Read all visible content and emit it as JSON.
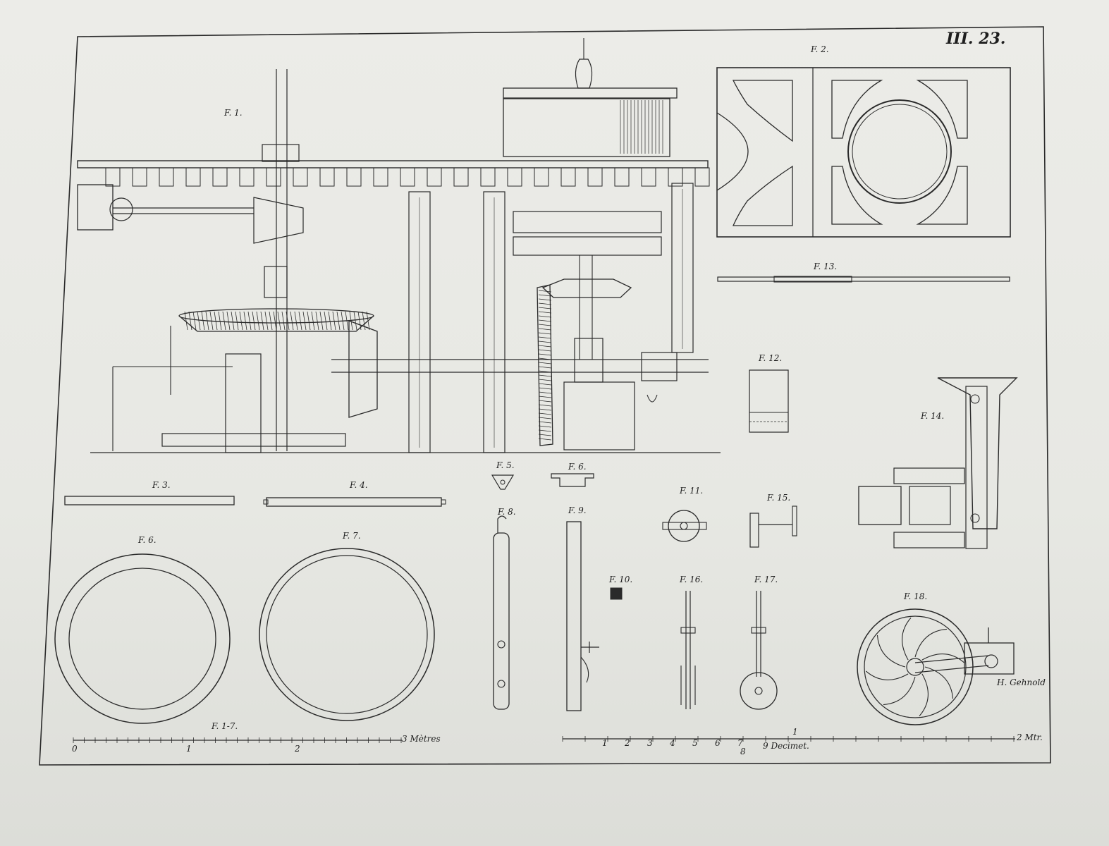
{
  "plate_number": "III. 23.",
  "figure_labels": {
    "f1": "F. 1.",
    "f2": "F. 2.",
    "f3": "F. 3.",
    "f4": "F. 4.",
    "f5": "F. 5.",
    "f6a": "F. 6.",
    "f6b": "F. 6.",
    "f7": "F. 7.",
    "f8": "F. 8.",
    "f9": "F. 9.",
    "f10": "F. 10.",
    "f11": "F. 11.",
    "f12": "F. 12.",
    "f13": "F. 13.",
    "f14": "F. 14.",
    "f15": "F. 15.",
    "f16": "F. 16.",
    "f17": "F. 17.",
    "f18": "F. 18."
  },
  "scales": {
    "left_caption": "F. 1-7.",
    "left_end": "3 Mètres",
    "left_ticks": [
      "0",
      "1",
      "2"
    ],
    "right_ticks": [
      "1",
      "2",
      "3",
      "4",
      "5",
      "6",
      "7",
      "8"
    ],
    "right_caption": "9 Decimet.",
    "right_mid": "1",
    "right_end": "2 Mtr."
  },
  "signature": "H. Gehnold",
  "colors": {
    "paper": "#ecece8",
    "ink": "#2a2a2a"
  }
}
